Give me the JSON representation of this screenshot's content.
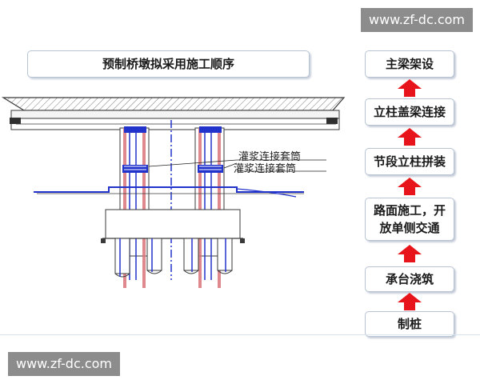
{
  "watermark": {
    "top": "www.zf-dc.com",
    "bottom": "www.zf-dc.com"
  },
  "diagram": {
    "title": "预制桥墩拟采用施工顺序",
    "annotations": [
      "灌浆连接套筒",
      "灌浆连接套筒"
    ]
  },
  "sequence": {
    "steps": [
      {
        "label": "主梁架设"
      },
      {
        "label": "立柱盖梁连接"
      },
      {
        "label": "节段立柱拼装"
      },
      {
        "label": "路面施工，开放单侧交通"
      },
      {
        "label": "承台浇筑"
      },
      {
        "label": "制桩"
      }
    ],
    "arrow_color": "#e8141b",
    "arrow_icon": "arrow-up-icon"
  },
  "colors": {
    "concrete_line": "#3a3a3a",
    "rebar": "#2233cc",
    "sleeve_highlight": "#d9747a"
  }
}
